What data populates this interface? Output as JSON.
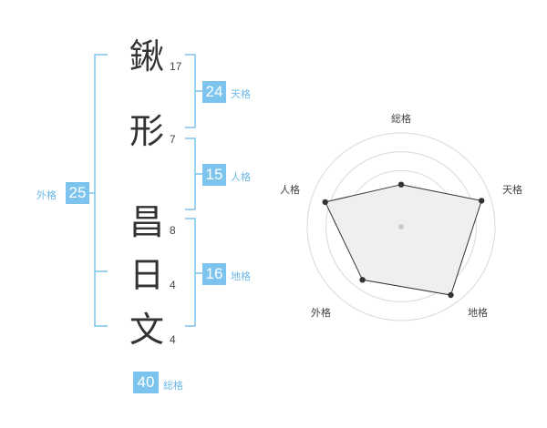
{
  "name_chars": [
    {
      "char": "鍬",
      "strokes": "17"
    },
    {
      "char": "形",
      "strokes": "7"
    },
    {
      "char": "昌",
      "strokes": "8"
    },
    {
      "char": "日",
      "strokes": "4"
    },
    {
      "char": "文",
      "strokes": "4"
    }
  ],
  "kaku": {
    "ten": {
      "value": "24",
      "label": "天格"
    },
    "jin": {
      "value": "15",
      "label": "人格"
    },
    "chi": {
      "value": "16",
      "label": "地格"
    },
    "gai": {
      "value": "25",
      "label": "外格"
    },
    "so": {
      "value": "40",
      "label": "総格"
    }
  },
  "radar": {
    "axes": [
      "総格",
      "天格",
      "地格",
      "外格",
      "人格"
    ],
    "values": [
      0.45,
      0.9,
      0.9,
      0.7,
      0.85
    ],
    "rings": 5
  },
  "colors": {
    "accent": "#7cc4ee",
    "label": "#6cb8e4"
  }
}
